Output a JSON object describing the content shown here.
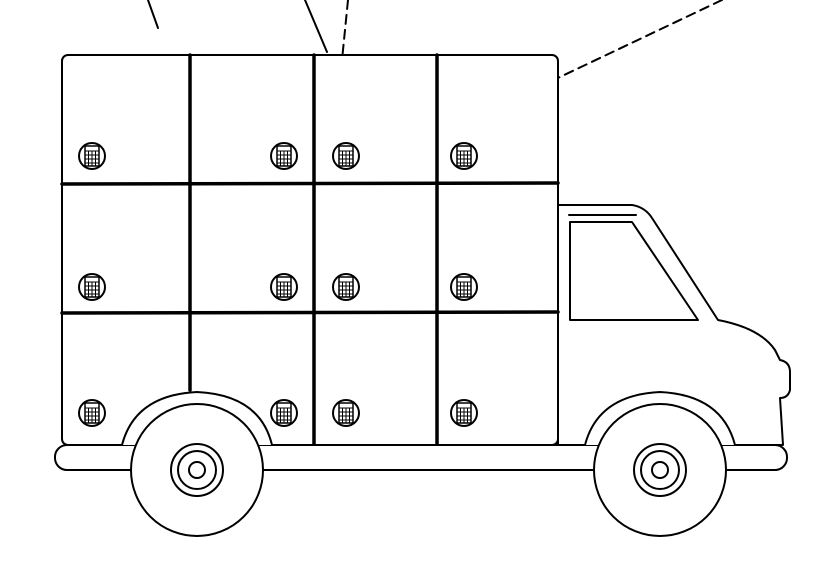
{
  "drawing": {
    "subject": "truck-with-compartment-grid",
    "colors": {
      "line": "#000000",
      "background": "#ffffff"
    },
    "compartment_grid": {
      "rows": 3,
      "columns": 4
    },
    "keypad_icons": [
      {
        "row": 0,
        "col": 0
      },
      {
        "row": 0,
        "col": 1
      },
      {
        "row": 0,
        "col": 2
      },
      {
        "row": 0,
        "col": 3
      },
      {
        "row": 1,
        "col": 0
      },
      {
        "row": 1,
        "col": 1
      },
      {
        "row": 1,
        "col": 2
      },
      {
        "row": 1,
        "col": 3
      },
      {
        "row": 2,
        "col": 0
      },
      {
        "row": 2,
        "col": 1
      },
      {
        "row": 2,
        "col": 2
      },
      {
        "row": 2,
        "col": 3
      }
    ],
    "icon": "keypad-lock-icon"
  }
}
